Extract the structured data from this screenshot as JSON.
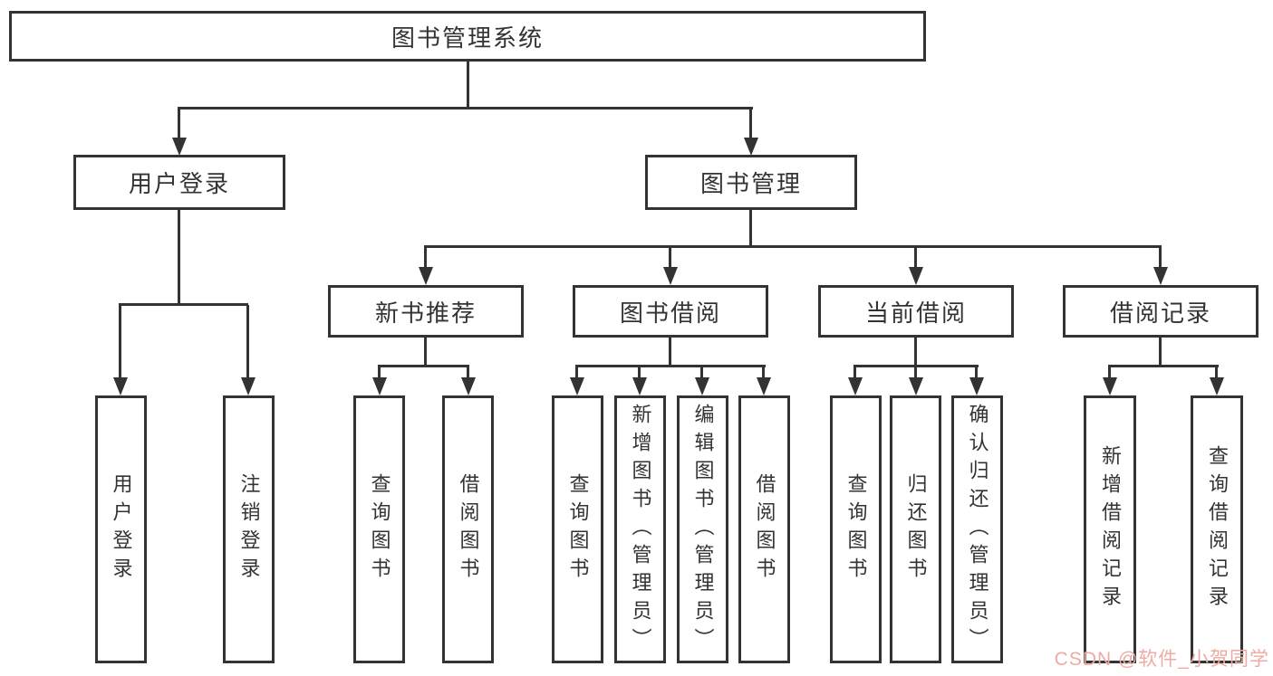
{
  "diagram": {
    "title": "图书管理系统",
    "root": {
      "label": "图书管理系统"
    },
    "branches": {
      "user_login": {
        "label": "用户登录",
        "children": [
          "用户登录",
          "注销登录"
        ]
      },
      "book_management": {
        "label": "图书管理",
        "children": {
          "new_book_recommend": {
            "label": "新书推荐",
            "children": [
              "查询图书",
              "借阅图书"
            ]
          },
          "book_borrow": {
            "label": "图书借阅",
            "children": [
              "查询图书",
              "新增图书（管理员）",
              "编辑图书（管理员）",
              "借阅图书"
            ]
          },
          "current_borrow": {
            "label": "当前借阅",
            "children": [
              "查询图书",
              "归还图书",
              "确认归还（管理员）"
            ]
          },
          "borrow_records": {
            "label": "借阅记录",
            "children": [
              "新增借阅记录",
              "查询借阅记录"
            ]
          }
        }
      }
    },
    "colors": {
      "line": "#333333",
      "box_border": "#333333",
      "text": "#333333",
      "background": "#ffffff"
    }
  },
  "watermark": {
    "text": "CSDN @软件_小贺同学",
    "color": "#f0aaa2"
  }
}
